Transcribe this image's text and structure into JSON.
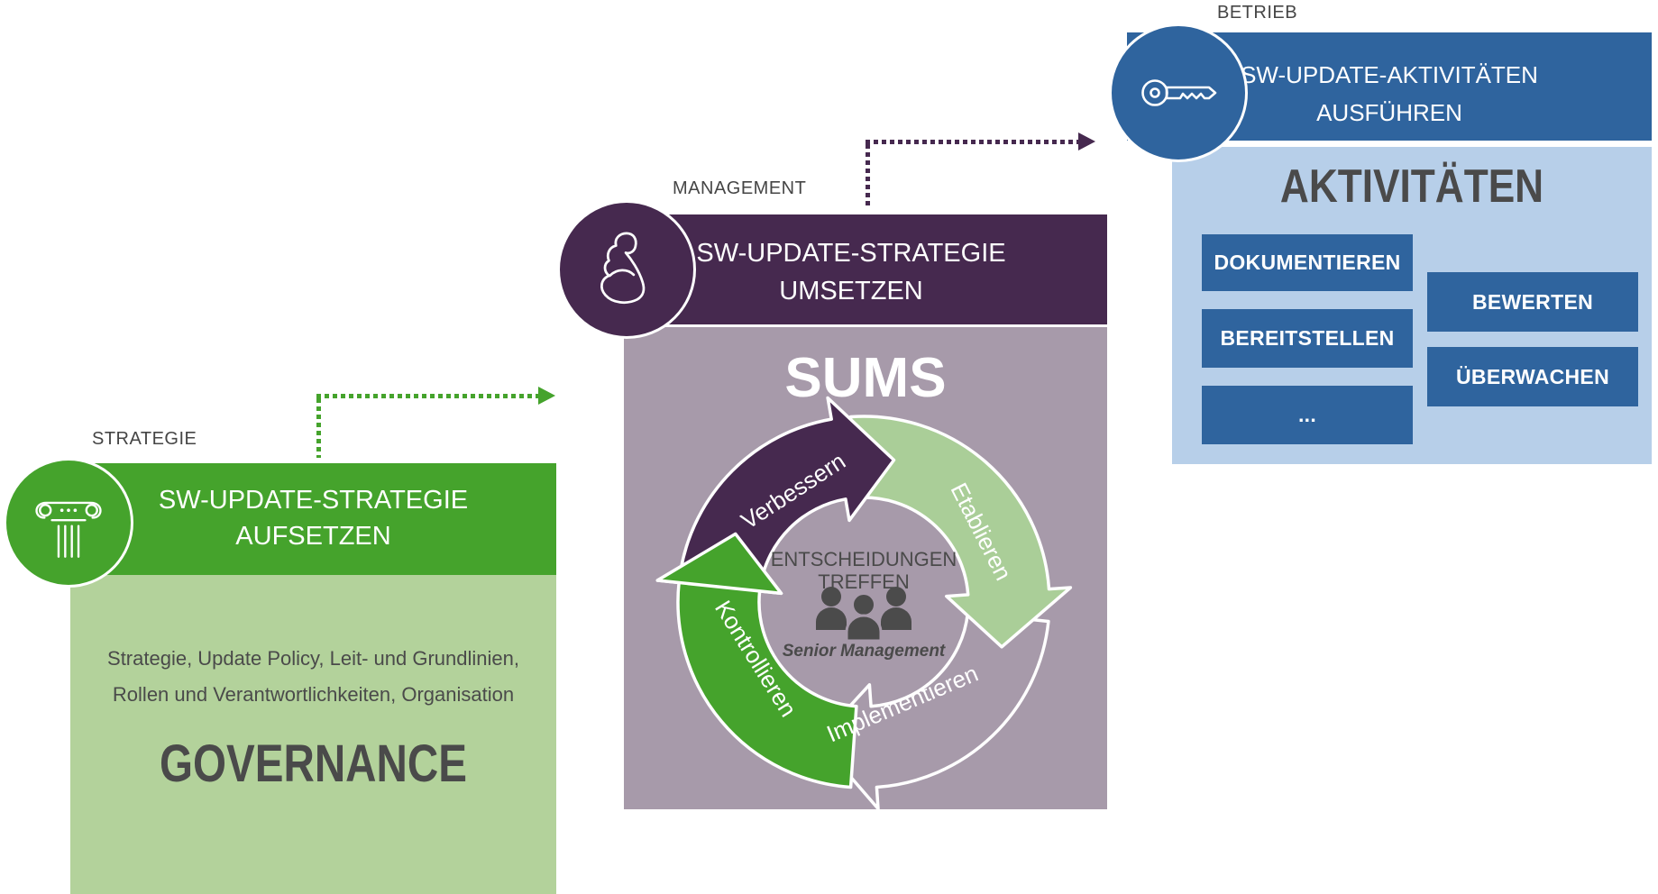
{
  "colors": {
    "green": "#45A32C",
    "green_light": "#B3D29B",
    "purple": "#46294F",
    "purple_light": "#A79AAA",
    "blue": "#2F649E",
    "blue_light": "#B7CFE9",
    "text_dark": "#4A4A4A",
    "white": "#FFFFFF"
  },
  "stages": {
    "strategie": {
      "label": "STRATEGIE",
      "icon": "column-icon",
      "title": [
        "SW-UPDATE-STRATEGIE",
        "AUFSETZEN"
      ],
      "description": [
        "Strategie, Update Policy, Leit- und Grundlinien,",
        "Rollen und Verantwortlichkeiten, Organisation"
      ],
      "keyword": "GOVERNANCE"
    },
    "management": {
      "label": "MANAGEMENT",
      "icon": "bicep-icon",
      "title": [
        "SW-UPDATE-STRATEGIE",
        "UMSETZEN"
      ],
      "keyword": "SUMS",
      "cycle": {
        "center": [
          "ENTSCHEIDUNGEN",
          "TREFFEN"
        ],
        "center_caption": "Senior Management",
        "steps": [
          {
            "label": "Verbessern",
            "color": "#46294F"
          },
          {
            "label": "Etablieren",
            "color": "#AACE98"
          },
          {
            "label": "Implementieren",
            "color": "#A79AAA"
          },
          {
            "label": "Kontrollieren",
            "color": "#45A32C"
          }
        ]
      }
    },
    "betrieb": {
      "label": "BETRIEB",
      "icon": "key-icon",
      "title": [
        "SW-UPDATE-AKTIVITÄTEN",
        "AUSFÜHREN"
      ],
      "keyword": "AKTIVITÄTEN",
      "activities": {
        "left": [
          "DOKUMENTIEREN",
          "BEREITSTELLEN",
          "..."
        ],
        "right": [
          "BEWERTEN",
          "ÜBERWACHEN"
        ]
      }
    }
  }
}
